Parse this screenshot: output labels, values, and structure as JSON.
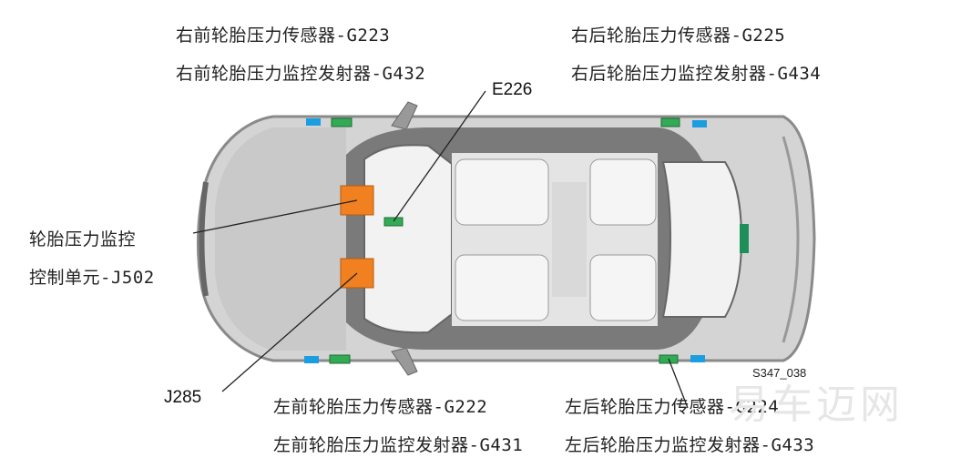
{
  "labels": {
    "fr_sensor": "右前轮胎压力传感器-G223",
    "fr_transmitter": "右前轮胎压力监控发射器-G432",
    "rr_sensor": "右后轮胎压力传感器-G225",
    "rr_transmitter": "右后轮胎压力监控发射器-G434",
    "e226": "E226",
    "control_unit_line1": "轮胎压力监控",
    "control_unit_line2": "控制单元-J502",
    "j285": "J285",
    "fl_sensor": "左前轮胎压力传感器-G222",
    "fl_transmitter": "左前轮胎压力监控发射器-G431",
    "rl_sensor": "左后轮胎压力传感器-G224",
    "rl_transmitter": "左后轮胎压力监控发射器-G433",
    "figure_code": "S347_038"
  },
  "watermark": "易车迈网",
  "colors": {
    "sensor": "#33aa55",
    "transmitter": "#1a9ee0",
    "control_unit": "#f08020",
    "rear_sensor": "#1f8f5a",
    "body": "#d4d4d4",
    "frame": "#777777",
    "glass": "#f2f2f2"
  }
}
